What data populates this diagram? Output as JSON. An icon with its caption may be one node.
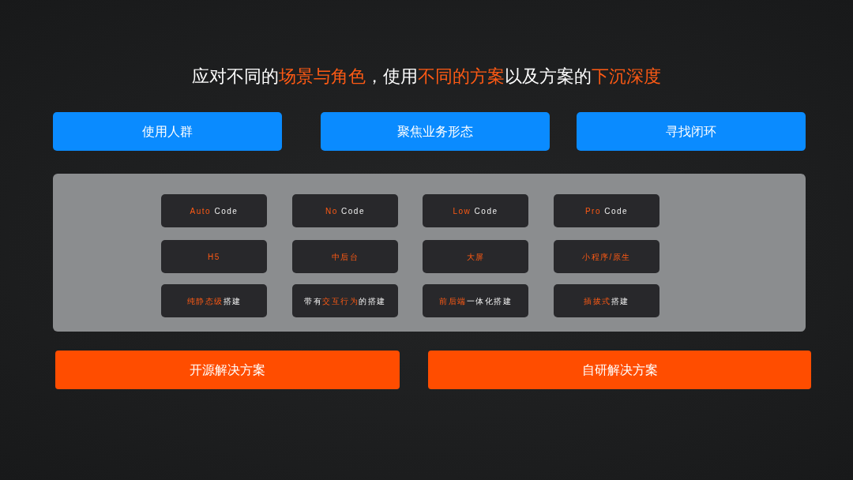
{
  "diagram": {
    "title": "应对不同的**场景与角色**，使用**不同的方案**以及方案的**下沉深度**",
    "nodes": [
      {
        "text": [
          "使用人群"
        ]
      },
      {
        "text": [
          "聚焦业务形态"
        ]
      },
      {
        "text": [
          "寻找闭环"
        ]
      },
      {
        "text": [],
        "shape": "box"
      },
      {
        "text": [
          "**Auto** Code"
        ],
        "in": 3
      },
      {
        "text": [
          "**No** Code"
        ],
        "in": 3
      },
      {
        "text": [
          "**Low** Code"
        ],
        "in": 3
      },
      {
        "text": [
          "**Pro** Code"
        ],
        "in": 3
      },
      {
        "text": [
          "H5"
        ],
        "in": 3
      },
      {
        "text": [
          "中后台"
        ],
        "in": 3
      },
      {
        "text": [
          "大屏"
        ],
        "in": 3
      },
      {
        "text": [
          "小程序/原生"
        ],
        "in": 3
      },
      {
        "text": [
          "**纯静态级**搭建"
        ],
        "in": 3
      },
      {
        "text": [
          "带有**交互行为**的搭建"
        ],
        "in": 3
      },
      {
        "text": [
          "**前后端**一体化搭建"
        ],
        "in": 3
      },
      {
        "text": [
          "**插拔式**搭建"
        ],
        "in": 3
      },
      {
        "text": [
          "开源解决方案"
        ]
      },
      {
        "text": [
          "自研解决方案"
        ]
      }
    ],
    "edges": []
  }
}
